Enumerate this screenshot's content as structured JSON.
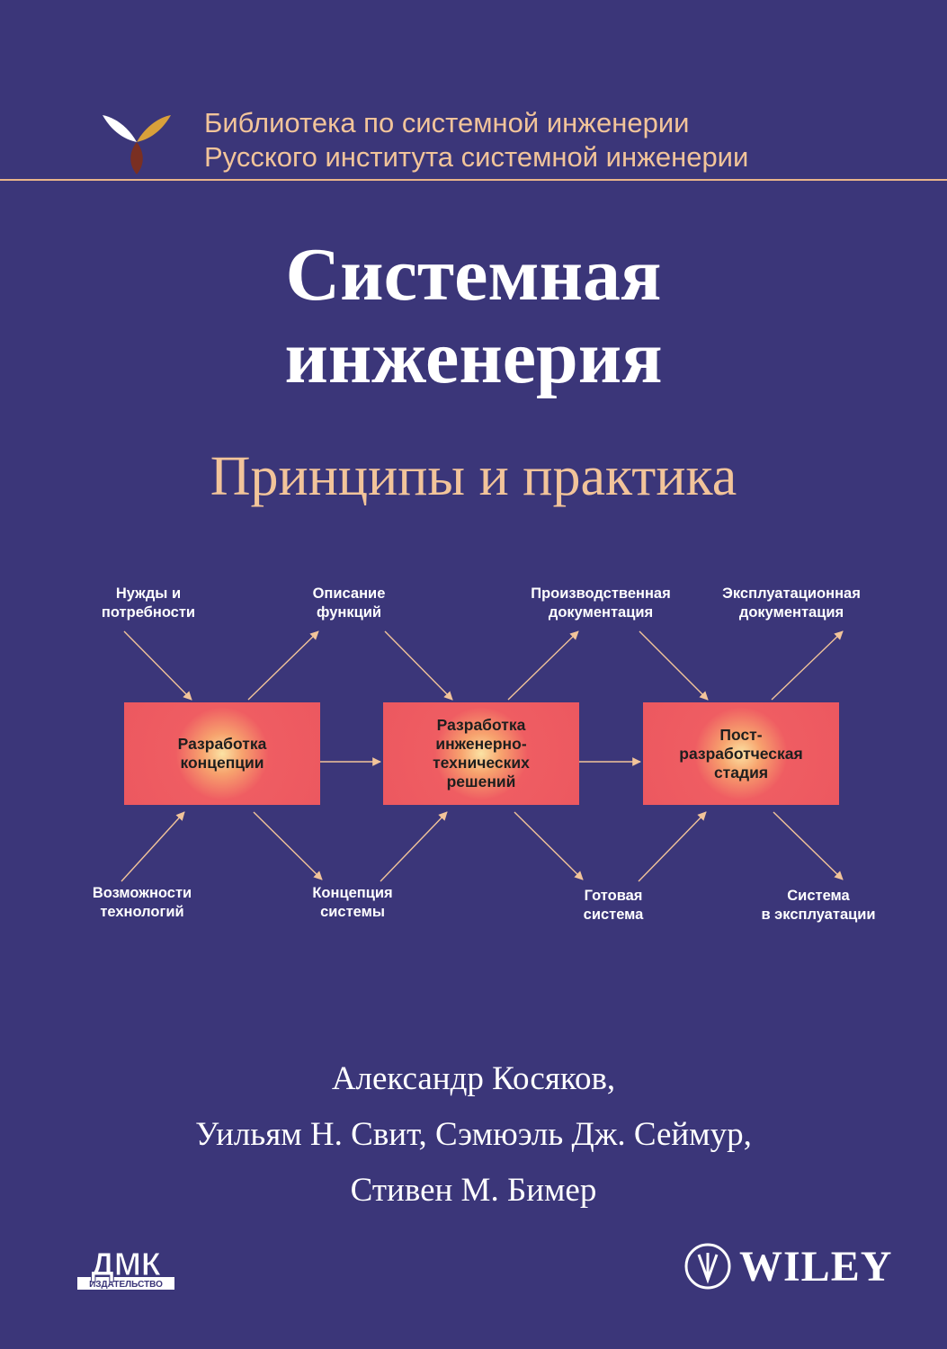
{
  "series": {
    "line1": "Библиотека по системной инженерии",
    "line2": "Русского института системной инженерии"
  },
  "title": {
    "line1": "Системная",
    "line2": "инженерия"
  },
  "subtitle": "Принципы и практика",
  "diagram": {
    "boxes": {
      "concept": "Разработка концепции",
      "engineering": "Разработка инженерно-технических решений",
      "post": "Пост-разработческая стадия"
    },
    "inputs_top": {
      "needs": [
        "Нужды и",
        "потребности"
      ],
      "functions": [
        "Описание",
        "функций"
      ],
      "production_docs": [
        "Производственная",
        "документация"
      ],
      "operation_docs": [
        "Эксплуатационная",
        "документация"
      ]
    },
    "inputs_bottom": {
      "tech": [
        "Возможности",
        "технологий"
      ],
      "system_concept": [
        "Концепция",
        "системы"
      ],
      "ready_system": [
        "Готовая",
        "система"
      ],
      "system_in_use": [
        "Система",
        "в эксплуатации"
      ]
    }
  },
  "authors": {
    "line1": "Александр Косяков,",
    "line2": "Уильям Н. Свит, Сэмюэль Дж. Сеймур,",
    "line3": "Стивен М. Бимер"
  },
  "publishers": {
    "dmk": "ДМК",
    "dmk_sub": "ИЗДАТЕЛЬСТВО",
    "wiley": "WILEY"
  },
  "colors": {
    "background": "#3b3679",
    "accent": "#f2c49a",
    "box": "#ec5860"
  }
}
